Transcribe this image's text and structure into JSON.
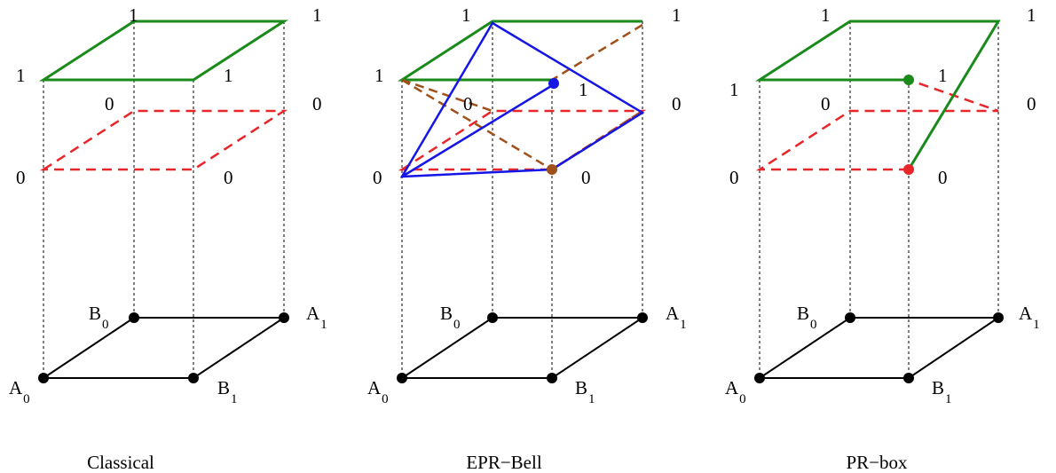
{
  "colors": {
    "green": "#1a8a1a",
    "red": "#e8262a",
    "blue": "#1515e6",
    "brown": "#a0501a",
    "black": "#000000"
  },
  "vertices": {
    "A": "A",
    "B": "B",
    "sub0": "0",
    "sub1": "1"
  },
  "level_labels": {
    "one": "1",
    "zero": "0"
  },
  "panels": [
    {
      "caption": "Classical"
    },
    {
      "caption": "EPR−Bell"
    },
    {
      "caption": "PR−box"
    }
  ]
}
